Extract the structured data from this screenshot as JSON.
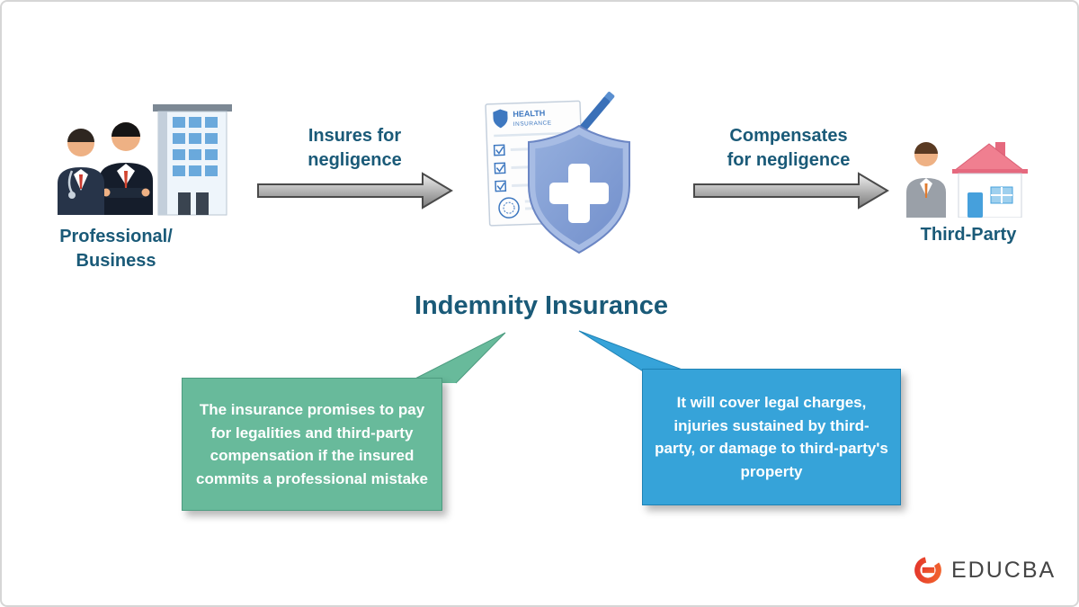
{
  "diagram": {
    "title": "Indemnity Insurance",
    "left_entity_label": "Professional/ Business",
    "right_entity_label": "Third-Party",
    "left_arrow_label": "Insures for negligence",
    "right_arrow_label": "Compensates for negligence",
    "document_header_line1": "HEALTH",
    "document_header_line2": "INSURANCE",
    "green_callout_text": "The insurance promises to pay for legalities and third-party compensation if the insured commits a professional mistake",
    "blue_callout_text": "It will cover legal charges, injuries sustained by third-party, or damage to third-party's property",
    "colors": {
      "heading_teal": "#1a5a78",
      "green_box": "#68ba9b",
      "blue_box": "#36a3d9",
      "shield_blue": "#7b97d0",
      "arrow_gray": "#8a8a8a"
    }
  },
  "branding": {
    "name": "EDUCBA"
  }
}
